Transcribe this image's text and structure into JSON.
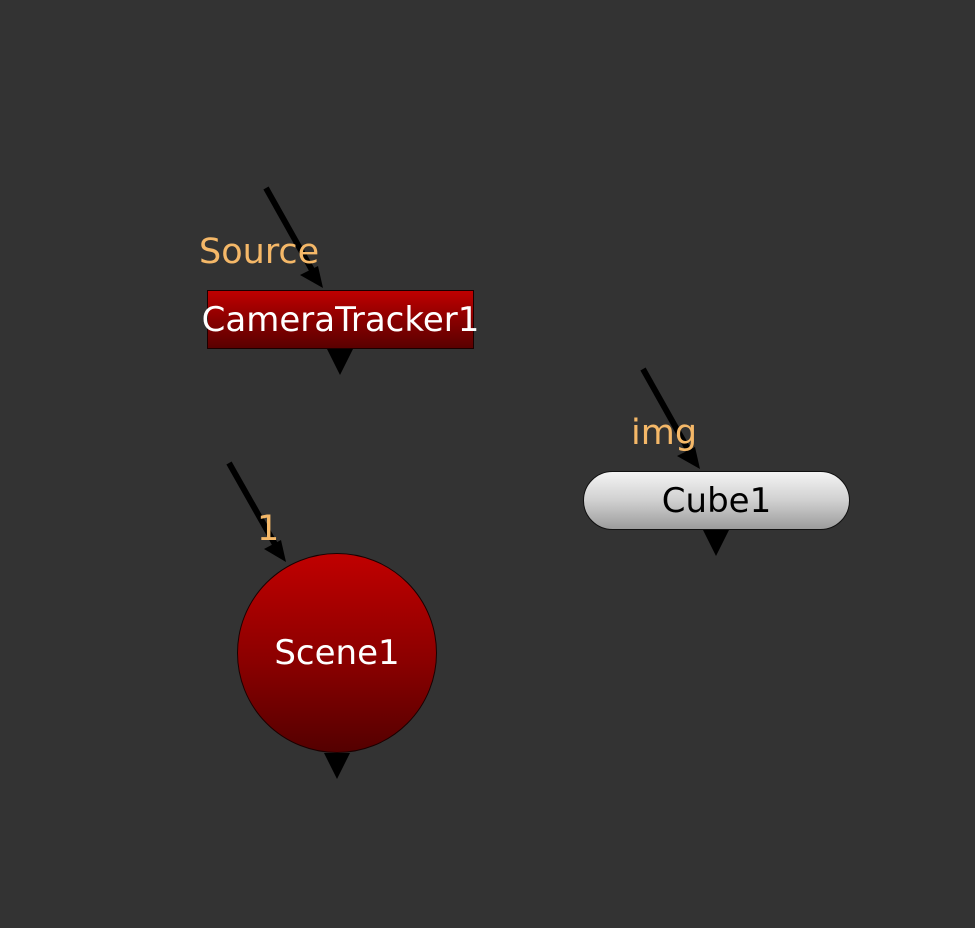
{
  "graph": {
    "nodes": [
      {
        "id": "camera-tracker",
        "label": "CameraTracker1",
        "shape": "rectangle",
        "color": "#8a0000",
        "input_label": "Source"
      },
      {
        "id": "scene",
        "label": "Scene1",
        "shape": "circle",
        "color": "#8a0000",
        "input_label": "1"
      },
      {
        "id": "cube",
        "label": "Cube1",
        "shape": "pill",
        "color": "#c8c8c8",
        "input_label": "img"
      }
    ]
  },
  "colors": {
    "background": "#333333",
    "input_label": "#f5b868",
    "arrow": "#000000"
  }
}
